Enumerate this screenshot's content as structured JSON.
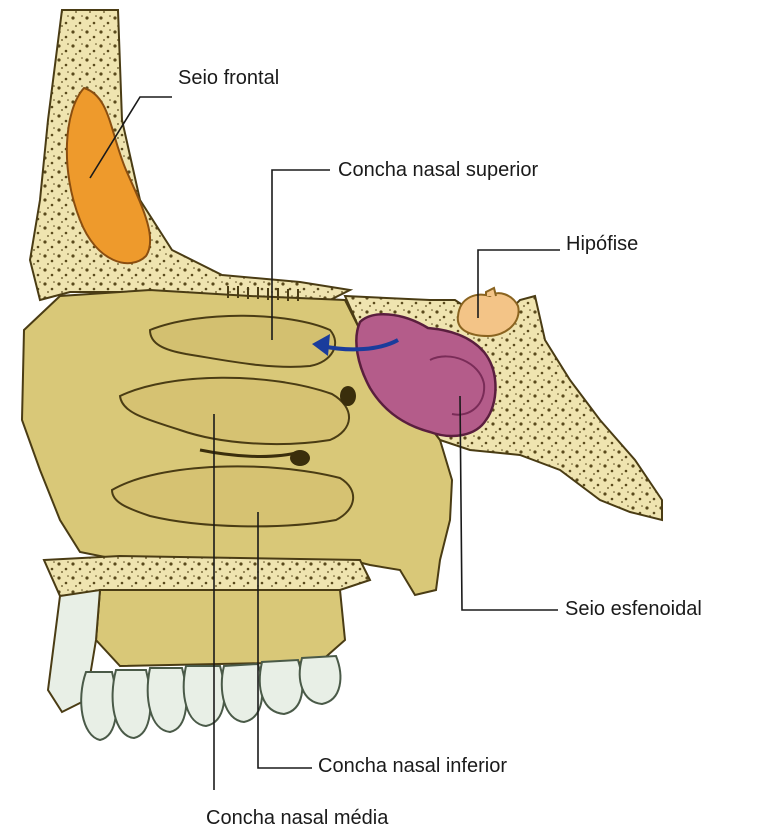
{
  "labels": {
    "seio_frontal": "Seio frontal",
    "concha_nasal_superior": "Concha nasal superior",
    "hipofise": "Hipófise",
    "seio_esfenoidal": "Seio esfenoidal",
    "concha_nasal_inferior": "Concha nasal inferior",
    "concha_nasal_media": "Concha nasal média"
  },
  "colors": {
    "bone": "#d9c878",
    "bone_dark": "#b8a24e",
    "bone_outline": "#4a3c14",
    "marrow": "#f0e6b4",
    "frontal_sinus": "#ee9a2c",
    "sphenoid_sinus": "#b45c8a",
    "pituitary": "#f3c487",
    "arrow": "#1a3c9c",
    "teeth": "#e8efe6",
    "leader_line": "#1a1a1a"
  }
}
